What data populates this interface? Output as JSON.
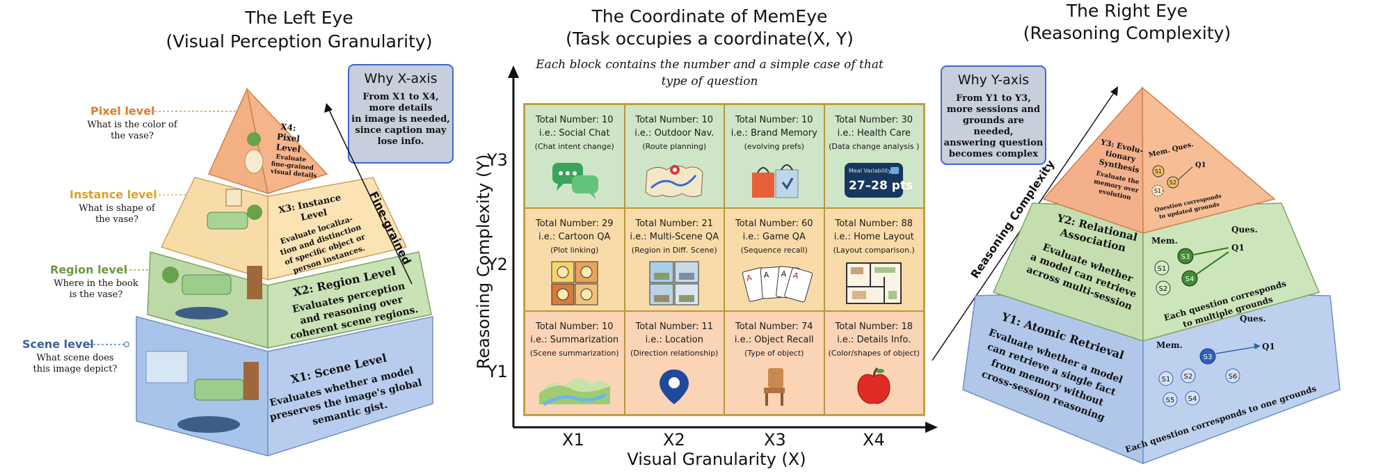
{
  "left": {
    "title": "The Left Eye",
    "subtitle": "(Visual Perception Granularity)",
    "why": {
      "heading": "Why X-axis",
      "lines": [
        "From X1 to X4,",
        "more details",
        "in image is needed,",
        "since caption may",
        "lose info."
      ]
    },
    "arrow_label": "Fine-grained",
    "levels": [
      {
        "name": "Pixel level",
        "q1": "What is the color of",
        "q2": "the vase?",
        "color": "#e07a2c"
      },
      {
        "name": "Instance level",
        "q1": "What is shape of",
        "q2": "the vase?",
        "color": "#d6a22e"
      },
      {
        "name": "Region level",
        "q1": "Where in the book",
        "q2": "is the vase?",
        "color": "#6a9a3d"
      },
      {
        "name": "Scene level",
        "q1": "What scene does",
        "q2": "this image depict?",
        "color": "#3b5f9e"
      }
    ],
    "pyramid": {
      "x4": {
        "t1": "X4:",
        "t2": "Pixel",
        "t3": "Level",
        "d1": "Evaluate",
        "d2": "fine-grained",
        "d3": "visual details"
      },
      "x3": {
        "t": "X3: Instance",
        "t2": "Level",
        "d1": "Evaluate localiza-",
        "d2": "tion and distinction",
        "d3": "of specific object or",
        "d4": "person instances."
      },
      "x2": {
        "t": "X2:  Region Level",
        "d1": "Evaluates perception",
        "d2": "and reasoning over",
        "d3": "coherent scene regions."
      },
      "x1": {
        "t": "X1: Scene Level",
        "d1": "Evaluates whether a model",
        "d2": "preserves the image's global",
        "d3": "semantic gist."
      }
    }
  },
  "center": {
    "title": "The Coordinate of MemEye",
    "subtitle": "(Task occupies a coordinate(X, Y)",
    "note1": "Each block contains the number and a simple case of that",
    "note2": "type of question",
    "y_axis": "Reasoning Complexity (Y)",
    "x_axis": "Visual Granularity (X)",
    "y_ticks": [
      "Y3",
      "Y2",
      "Y1"
    ],
    "x_ticks": [
      "X1",
      "X2",
      "X3",
      "X4"
    ],
    "cells": [
      {
        "n": "Total Number: 10",
        "e": "i.e.: Social Chat",
        "d": "(Chat intent change)",
        "icon": "chat-bubbles-icon"
      },
      {
        "n": "Total Number: 10",
        "e": "i.e.: Outdoor Nav.",
        "d": "(Route planning)",
        "icon": "map-icon"
      },
      {
        "n": "Total Number: 10",
        "e": "i.e.: Brand Memory",
        "d": "(evolving prefs)",
        "icon": "shopping-bags-icon"
      },
      {
        "n": "Total Number: 30",
        "e": "i.e.: Health Care",
        "d": "(Data change analysis )",
        "icon": "health-badge-icon",
        "badge1": "Meal Variability",
        "badge2": "27–28 pts"
      },
      {
        "n": "Total Number: 29",
        "e": "i.e.: Cartoon QA",
        "d": "(Plot linking)",
        "icon": "comic-panels-icon"
      },
      {
        "n": "Total Number: 21",
        "e": "i.e.: Multi-Scene QA",
        "d": "(Region in Diff. Scene)",
        "icon": "scene-panels-icon"
      },
      {
        "n": "Total Number: 60",
        "e": "i.e.: Game QA",
        "d": "(Sequence recall)",
        "icon": "playing-cards-icon",
        "cards": [
          "A",
          "A",
          "A",
          "A"
        ]
      },
      {
        "n": "Total Number: 88",
        "e": "i.e.: Home Layout",
        "d": "(Layout comparison.)",
        "icon": "floorplan-icon"
      },
      {
        "n": "Total Number: 10",
        "e": "i.e.: Summarization",
        "d": "(Scene summarization)",
        "icon": "landscape-icon"
      },
      {
        "n": "Total Number: 11",
        "e": "i.e.: Location",
        "d": "(Direction relationship)",
        "icon": "location-pin-icon"
      },
      {
        "n": "Total Number: 74",
        "e": "i.e.: Object Recall",
        "d": "(Type of object)",
        "icon": "chair-icon"
      },
      {
        "n": "Total Number: 18",
        "e": "i.e.: Details Info.",
        "d": "(Color/shapes of object)",
        "icon": "apple-icon"
      }
    ]
  },
  "right": {
    "title": "The Right Eye",
    "subtitle": "(Reasoning Complexity)",
    "why": {
      "heading": "Why Y-axis",
      "lines": [
        "From Y1 to Y3,",
        "more sessions and",
        "grounds are needed,",
        "answering question",
        "becomes complex"
      ]
    },
    "arrow_label": "Reasoning Complexity",
    "y3": {
      "t1": "Y3: Evolu-",
      "t2": "tionary",
      "t3": "Synthesis",
      "d1": "Evaluate the",
      "d2": "memory over",
      "d3": "evolution",
      "mq": "Mem. Ques.",
      "n1": "S1",
      "n2": "S2",
      "n3": "S1",
      "q": "Q1",
      "c1": "Question corresponds",
      "c2": "to updated grounds"
    },
    "y2": {
      "t1": "Y2: Relational",
      "t2": "Association",
      "d1": "Evaluate whether",
      "d2": "a model can retrieve",
      "d3": "across multi-session",
      "mem": "Mem.",
      "ques": "Ques.",
      "n": [
        "S1",
        "S3",
        "S2",
        "S4"
      ],
      "q": "Q1",
      "c1": "Each question corresponds",
      "c2": "to multiple grounds"
    },
    "y1": {
      "t": "Y1: Atomic Retrieval",
      "d1": "Evaluate whether a model",
      "d2": "can retrieve a single fact",
      "d3": "from memory without",
      "d4": "cross-session reasoning",
      "mem": "Mem.",
      "ques": "Ques.",
      "n": [
        "S3",
        "S1",
        "S2",
        "S6",
        "S5",
        "S4"
      ],
      "q": "Q1",
      "c": "Each question corresponds to one grounds"
    }
  },
  "colors": {
    "orange": "#f5b48a",
    "peach": "#fbe3b4",
    "green": "#c9e2b6",
    "blue": "#b8cdee",
    "cell_green": "#cfe5c7",
    "cell_orange": "#f9dba9",
    "cell_peach": "#fbd3b5"
  }
}
